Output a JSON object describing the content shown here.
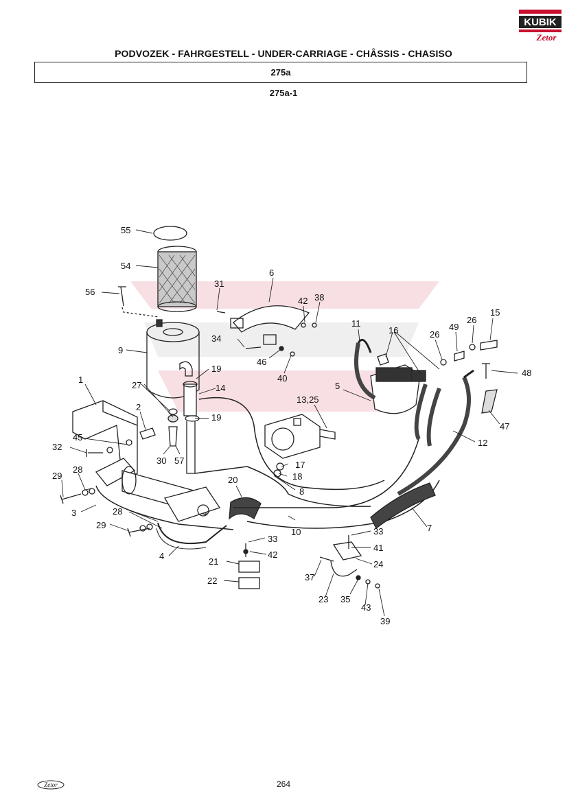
{
  "header": {
    "title": "PODVOZEK - FAHRGESTELL - UNDER-CARRIAGE - CHÂSSIS - CHASISO",
    "section_code": "275a",
    "sub_code": "275a-1"
  },
  "logo": {
    "brand_text": "KUBIK",
    "sub_text": "Zetor",
    "colors": {
      "brand": "#c8102e",
      "dark": "#222222"
    }
  },
  "footer": {
    "page_number": "264",
    "logo_text": "Zetor"
  },
  "callouts": {
    "n55": "55",
    "n54": "54",
    "n56": "56",
    "n31": "31",
    "n6": "6",
    "n42a": "42",
    "n38": "38",
    "n9": "9",
    "n34": "34",
    "n46": "46",
    "n40": "40",
    "n11": "11",
    "n16": "16",
    "n26a": "26",
    "n49": "49",
    "n26b": "26",
    "n15": "15",
    "n19a": "19",
    "n14": "14",
    "n27": "27",
    "n19b": "19",
    "n1": "1",
    "n2": "2",
    "n13_25": "13,25",
    "n5": "5",
    "n48": "48",
    "n47": "47",
    "n45": "45",
    "n32": "32",
    "n30": "30",
    "n57": "57",
    "n12": "12",
    "n17": "17",
    "n18": "18",
    "n29a": "29",
    "n28a": "28",
    "n20": "20",
    "n8": "8",
    "n3": "3",
    "n28b": "28",
    "n10": "10",
    "n7": "7",
    "n29b": "29",
    "n33a": "33",
    "n33b": "33",
    "n41": "41",
    "n4": "4",
    "n42b": "42",
    "n24": "24",
    "n21": "21",
    "n37": "37",
    "n22": "22",
    "n23": "23",
    "n35": "35",
    "n43": "43",
    "n39": "39"
  }
}
